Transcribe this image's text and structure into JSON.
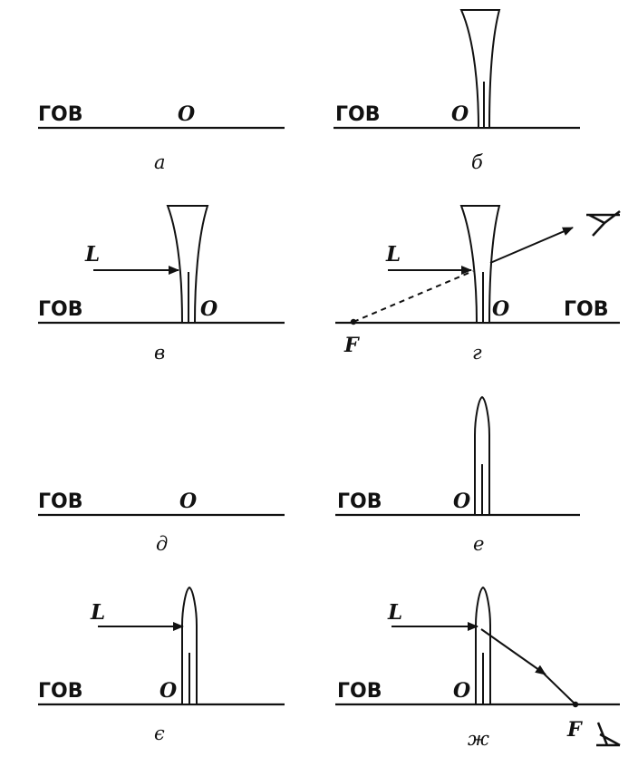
{
  "labels": {
    "axis": "ГОВ",
    "origin": "O",
    "light": "L",
    "focus": "F"
  },
  "panels": [
    {
      "id": "a",
      "caption": "а"
    },
    {
      "id": "b",
      "caption": "б"
    },
    {
      "id": "v",
      "caption": "в"
    },
    {
      "id": "g",
      "caption": "г"
    },
    {
      "id": "d",
      "caption": "д"
    },
    {
      "id": "e",
      "caption": "е"
    },
    {
      "id": "ye",
      "caption": "є"
    },
    {
      "id": "zh",
      "caption": "ж"
    }
  ]
}
